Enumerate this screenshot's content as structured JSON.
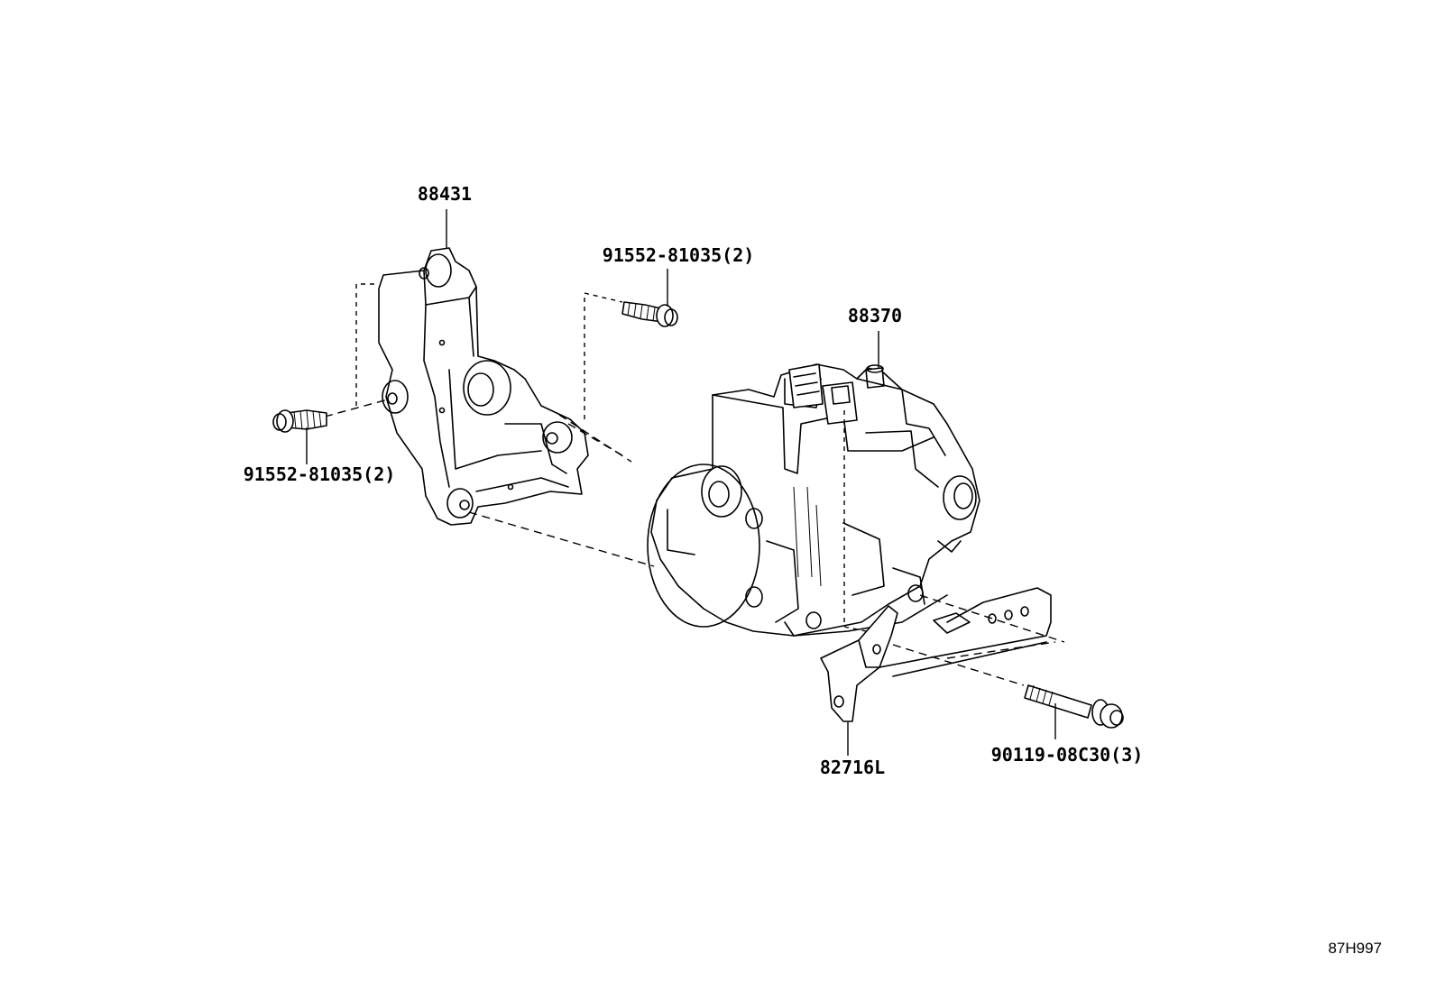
{
  "diagram": {
    "parts": {
      "bracket": "88431",
      "compressor": "88370",
      "bolt_upper": "91552-81035(2)",
      "bolt_left": "91552-81035(2)",
      "stay": "82716L",
      "bolt_lower": "90119-08C30(3)"
    },
    "reference_code": "87H997"
  }
}
